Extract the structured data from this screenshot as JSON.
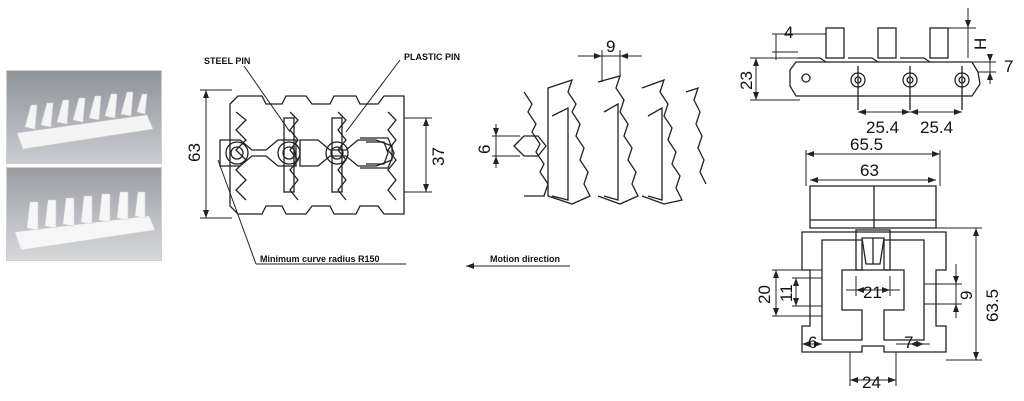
{
  "photos": [
    {
      "alt": "chain-photo-1"
    },
    {
      "alt": "chain-photo-2"
    }
  ],
  "top_view": {
    "label_steel_pin": "STEEL PIN",
    "label_plastic_pin": "PLASTIC PIN",
    "dim_height": "63",
    "dim_right": "37",
    "label_curve": "Minimum curve radius  R150"
  },
  "middle_view": {
    "dim_pitch": "9",
    "dim_left": "6",
    "label_motion": "Motion direction"
  },
  "side_view": {
    "dim_top": "4",
    "dim_h": "H",
    "dim_height": "23",
    "dim_right": "7",
    "dim_pitch_1": "25.4",
    "dim_pitch_2": "25.4"
  },
  "end_view": {
    "dim_outer": "65.5",
    "dim_inner": "63",
    "dim_height": "63.5",
    "dim_left_outer": "20",
    "dim_left_inner": "11",
    "dim_center": "21",
    "dim_right": "9",
    "dim_bottom_left": "6",
    "dim_bottom_right": "7",
    "dim_bottom": "24"
  }
}
